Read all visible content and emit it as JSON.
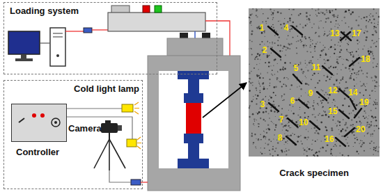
{
  "diagram": {
    "nodes": [
      {
        "text": [
          "Loading system"
        ]
      },
      {
        "text": [
          "Cold light lamp"
        ]
      },
      {
        "text": [
          "Controller"
        ],
        "in": 1
      },
      {
        "text": [
          "Crack specimen"
        ]
      }
    ],
    "labels": [
      "Camera",
      "1",
      "2",
      "3",
      "4",
      "5",
      "6",
      "7",
      "8",
      "9",
      "10",
      "11",
      "12",
      "13",
      "14",
      "15",
      "16",
      "17",
      "18",
      "19",
      "20"
    ]
  }
}
